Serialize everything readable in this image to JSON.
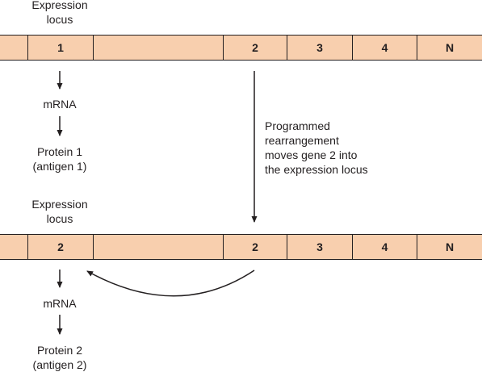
{
  "top": {
    "locus_label_line1": "Expression",
    "locus_label_line2": "locus",
    "genes": [
      "1",
      "2",
      "3",
      "4",
      "N"
    ],
    "mrna": "mRNA",
    "protein_line1": "Protein 1",
    "protein_line2": "(antigen 1)"
  },
  "note": {
    "line1": "Programmed",
    "line2": "rearrangement",
    "line3": "moves gene 2 into",
    "line4": "the expression locus"
  },
  "bottom": {
    "locus_label_line1": "Expression",
    "locus_label_line2": "locus",
    "genes": [
      "2",
      "2",
      "3",
      "4",
      "N"
    ],
    "mrna": "mRNA",
    "protein_line1": "Protein 2",
    "protein_line2": "(antigen 2)"
  },
  "colors": {
    "track_fill": "#f8cfae",
    "line": "#231f20"
  }
}
